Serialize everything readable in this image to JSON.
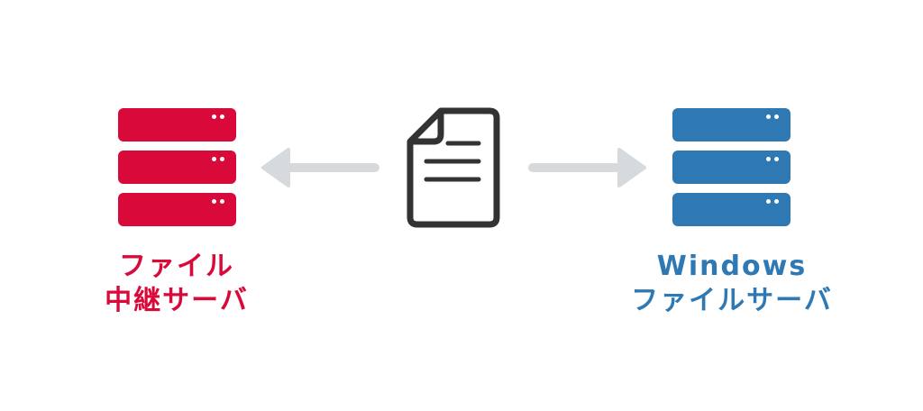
{
  "colors": {
    "relay": "#d90a3a",
    "windows": "#2e78b3",
    "arrow": "#d7dadd",
    "document": "#333333"
  },
  "relay_server": {
    "icon": "server-icon",
    "label_line1": "ファイル",
    "label_line2": "中継サーバ"
  },
  "document": {
    "icon": "document-icon"
  },
  "windows_server": {
    "icon": "server-icon",
    "label_line1": "Windows",
    "label_line2": "ファイルサーバ"
  }
}
